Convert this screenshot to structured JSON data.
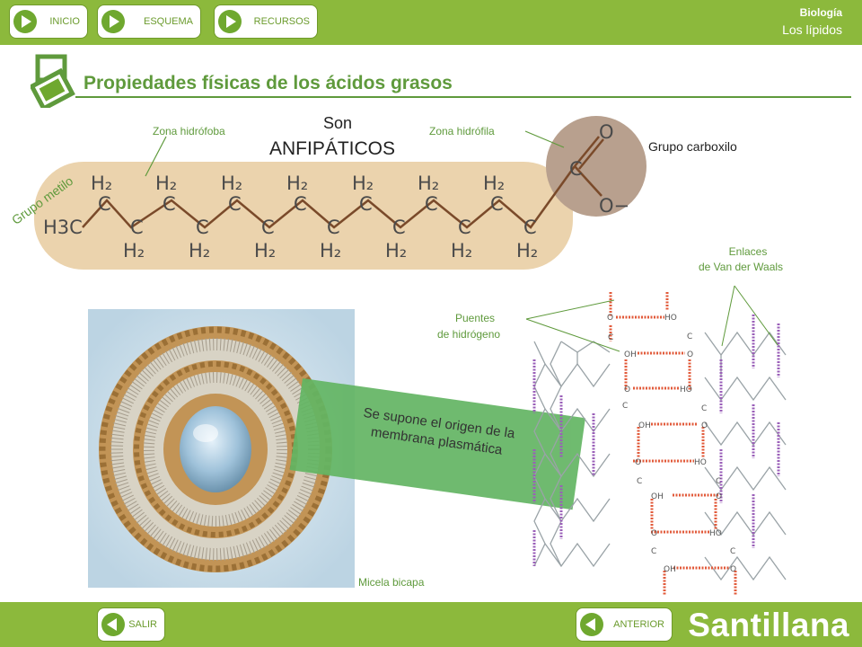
{
  "nav": {
    "inicio": "INICIO",
    "esquema": "ESQUEMA",
    "recursos": "RECURSOS",
    "salir": "SALIR",
    "anterior": "ANTERIOR"
  },
  "header": {
    "subject": "Biología",
    "topic": "Los lípidos"
  },
  "page": {
    "title": "Propiedades físicas de los ácidos grasos"
  },
  "molecule": {
    "son": "Son",
    "anfipaticos": "ANFIPÁTICOS",
    "zona_hidrofoba": "Zona hidrófoba",
    "zona_hidrofila": "Zona hidrófila",
    "grupo_carboxilo": "Grupo carboxilo",
    "grupo_metilo": "Grupo metilo",
    "h3c": "H3C",
    "o_top": "O",
    "o_minus": "O−"
  },
  "micelle": {
    "caption": "Micela bicapa",
    "banner_line1": "Se supone el origen de la",
    "banner_line2": "membrana plasmática"
  },
  "bilayer": {
    "enlaces_line1": "Enlaces",
    "enlaces_line2": "de Van der Waals",
    "puentes_line1": "Puentes",
    "puentes_line2": "de hidrógeno"
  },
  "brand": "Santillana",
  "colors": {
    "bar": "#8cb93c",
    "title": "#5f9a3c",
    "tan": "#ebd3ad",
    "head": "#b8a08e",
    "banner": "#63b563",
    "purple": "#9a5fb8",
    "orange": "#e25a3a"
  }
}
